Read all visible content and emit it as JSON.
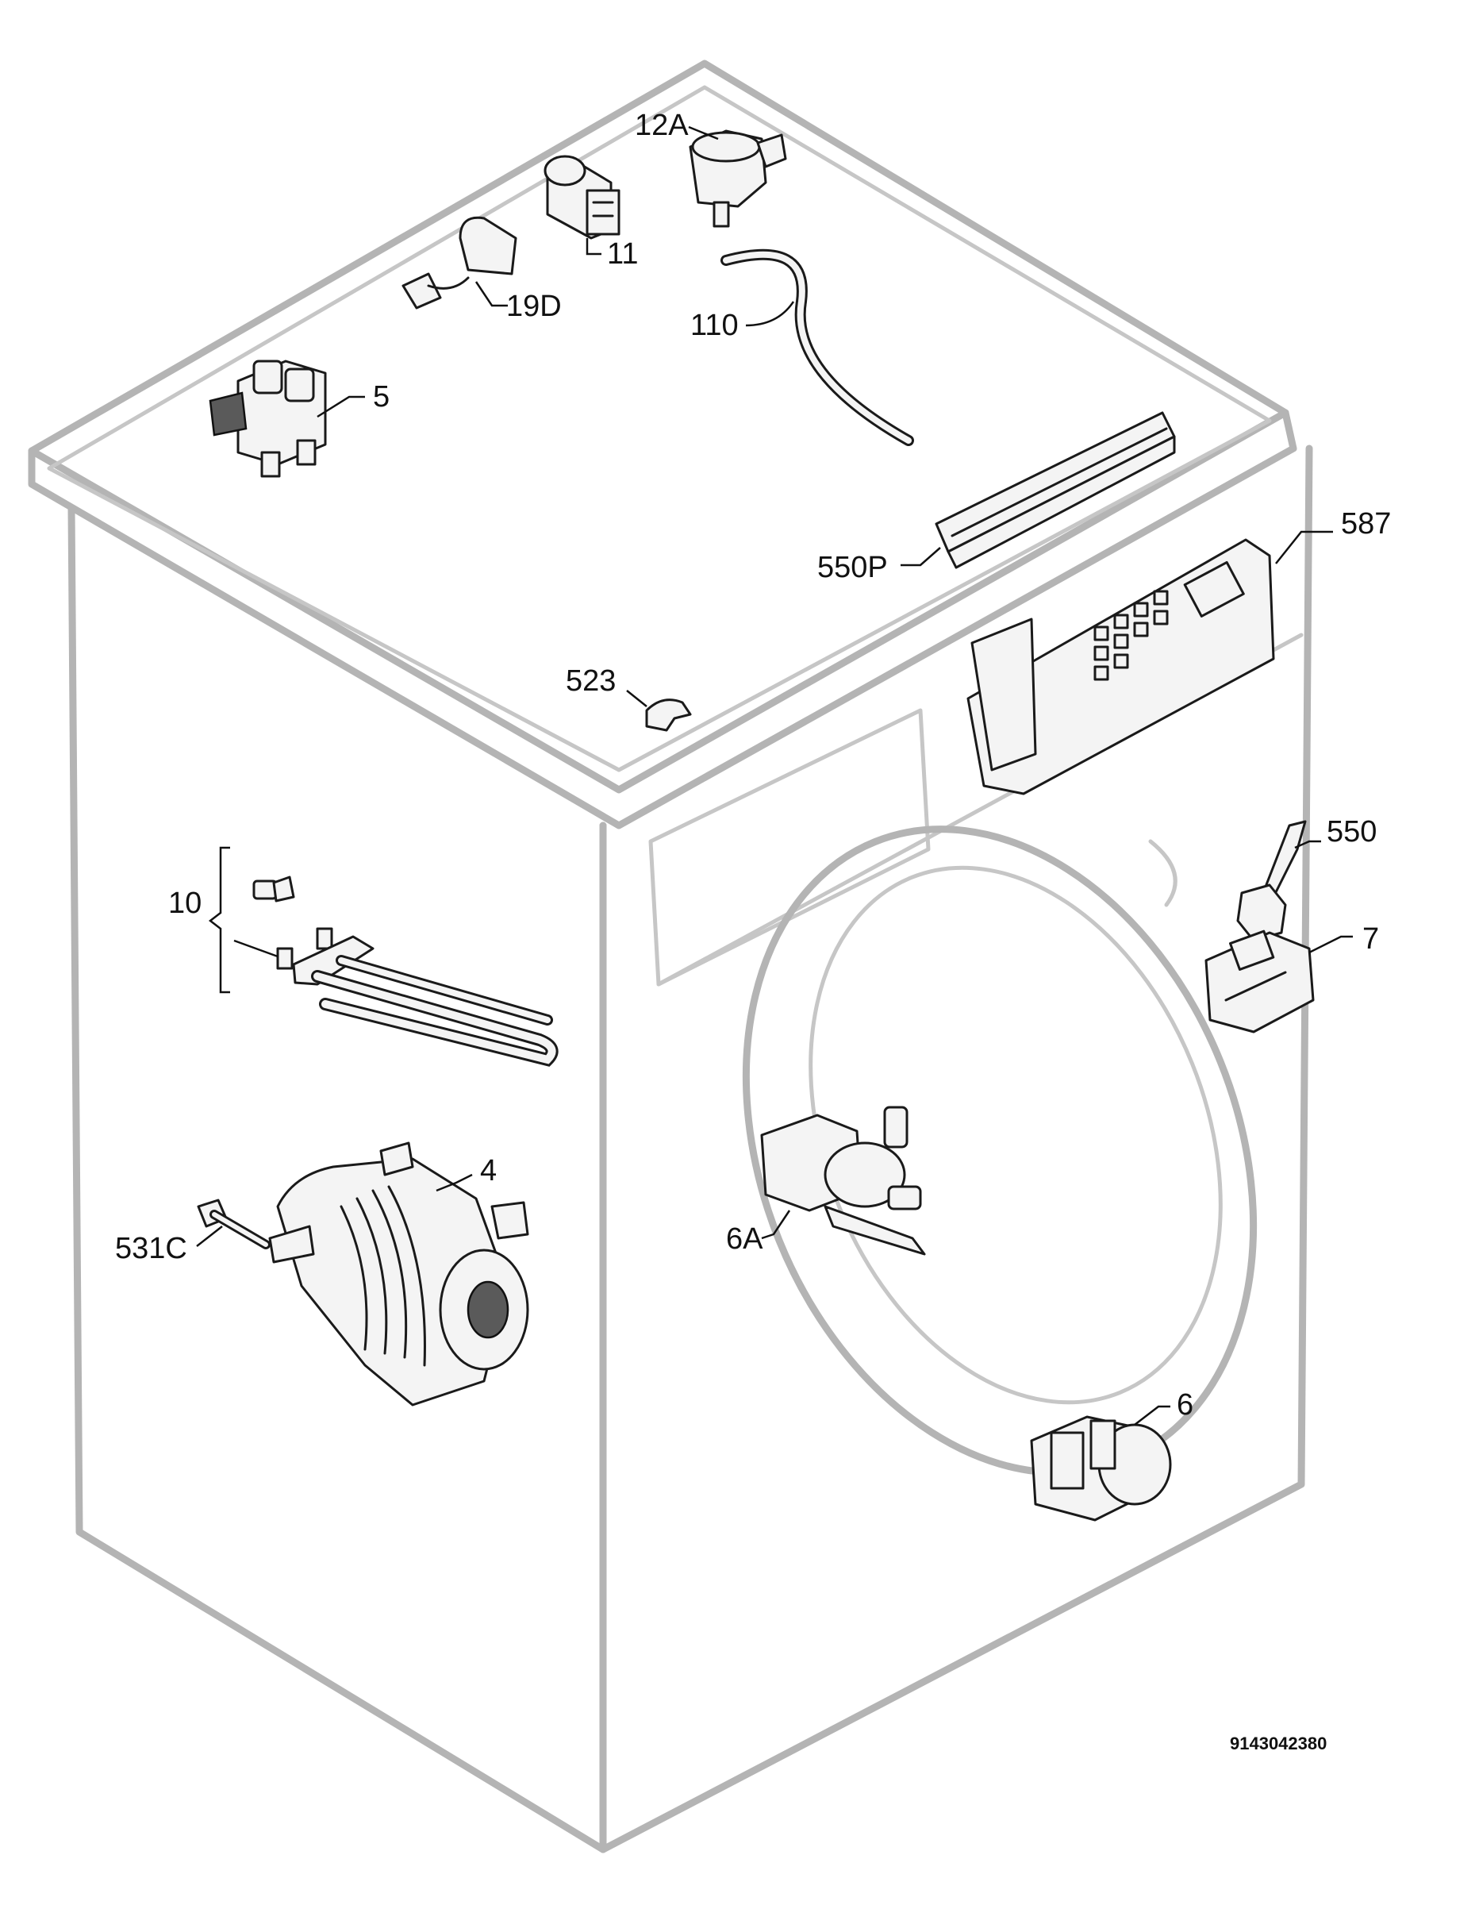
{
  "labels": {
    "l12a": "12A",
    "l11": "11",
    "l19d": "19D",
    "l110": "110",
    "l5": "5",
    "l587": "587",
    "l550p": "550P",
    "l523": "523",
    "l550": "550",
    "l10": "10",
    "l7": "7",
    "l4": "4",
    "l6a": "6A",
    "l531c": "531C",
    "l6": "6"
  },
  "doc_id": "9143042380"
}
